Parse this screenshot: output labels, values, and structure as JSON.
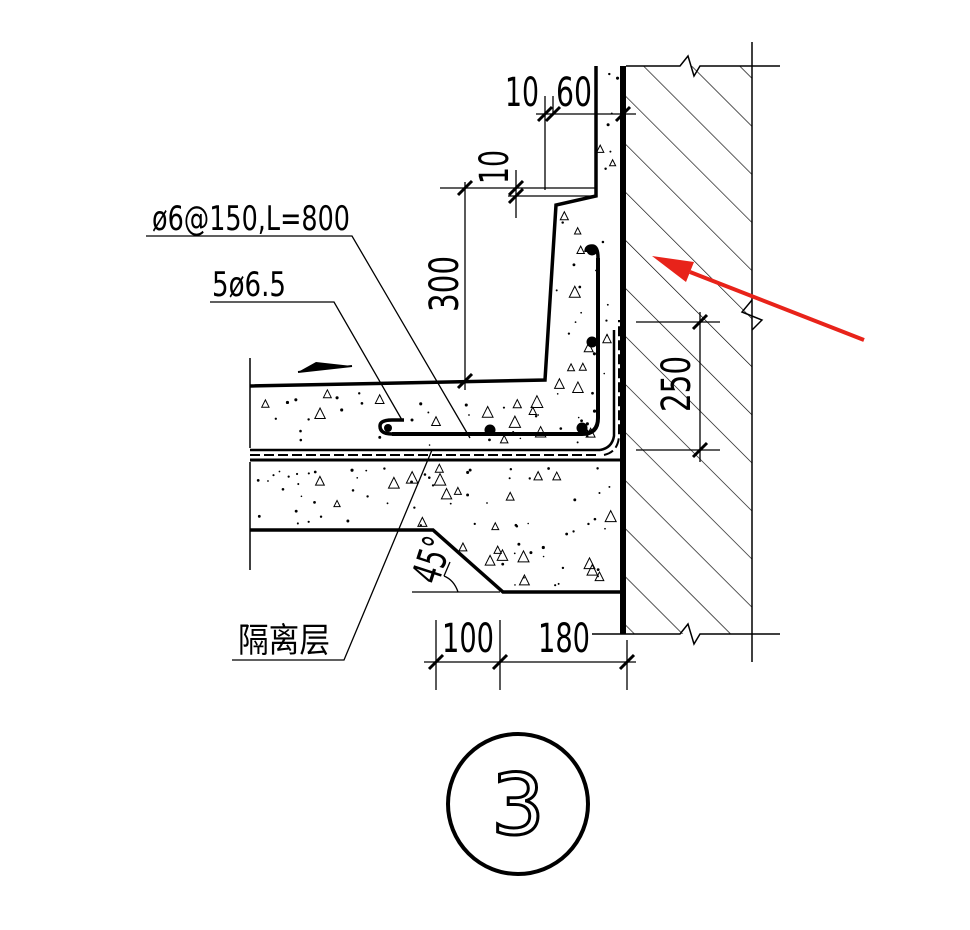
{
  "dims": {
    "d10a": "10",
    "d60": "60",
    "d10b": "10",
    "d300": "300",
    "d250": "250",
    "d100": "100",
    "d180": "180",
    "angle": "45°"
  },
  "labels": {
    "rebar_stirrup": "ø6@150,L=800",
    "rebar_long": "5ø6.5",
    "isolation_layer": "隔离层"
  },
  "detail_number": "3",
  "colors": {
    "line": "#000000",
    "arrow": "#e8231a",
    "background": "#ffffff"
  }
}
